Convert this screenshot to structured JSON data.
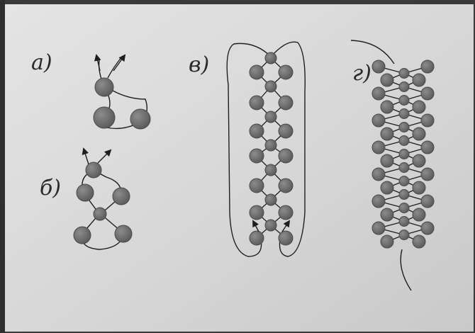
{
  "panels": [
    {
      "id": "a",
      "label": "a)"
    },
    {
      "id": "b",
      "label": "б)"
    },
    {
      "id": "c",
      "label": "в)"
    },
    {
      "id": "d",
      "label": "г)"
    }
  ],
  "colors": {
    "paper": "#d9d9d9",
    "bead": "#6e6e6e",
    "bead_edge": "#4a4a4a",
    "thread": "#1e1e1e"
  }
}
